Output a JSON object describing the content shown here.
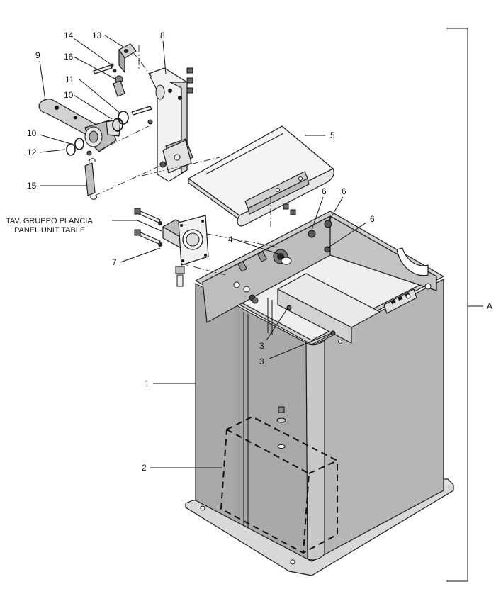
{
  "labels": {
    "p1": "1",
    "p2": "2",
    "p3a": "3",
    "p3b": "3",
    "p4": "4",
    "p5": "5",
    "p6a": "6",
    "p6b": "6",
    "p6c": "6",
    "p7": "7",
    "p8": "8",
    "p9": "9",
    "p10a": "10",
    "p10b": "10",
    "p11": "11",
    "p12": "12",
    "p13": "13",
    "p14": "14",
    "p15": "15",
    "p16": "16",
    "assembly": "A"
  },
  "note": {
    "line1": "TAV. GRUPPO PLANCIA",
    "line2": "PANEL UNIT TABLE"
  }
}
